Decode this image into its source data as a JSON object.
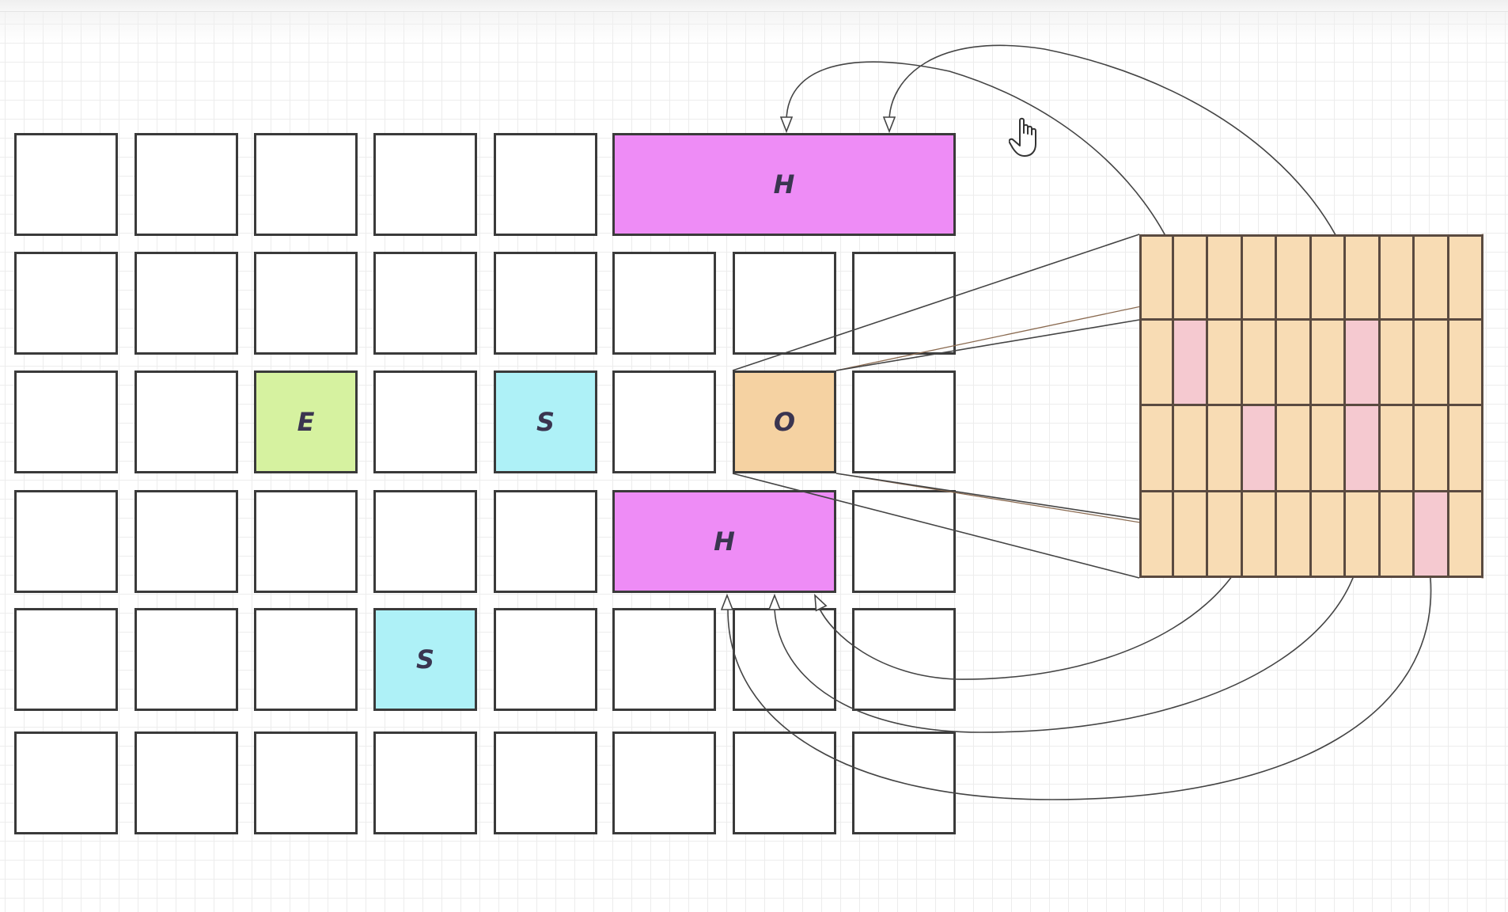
{
  "canvas": {
    "background": "#ffffff",
    "grid_color": "#ececec"
  },
  "colors": {
    "empty": "#ffffff",
    "E": "#d6f2a0",
    "S": "#aef1f7",
    "O": "#f5d2a2",
    "H": "#ee8cf6",
    "table_fill": "#f8dcb4",
    "table_highlight": "#f5c9d0",
    "stroke": "#3a3a3a"
  },
  "left_grid": {
    "rows": 6,
    "cols": 8,
    "labeled_blocks": [
      {
        "id": "h-top",
        "label": "H",
        "color_key": "H",
        "row": 0,
        "col": 5,
        "colspan": 3
      },
      {
        "id": "e",
        "label": "E",
        "color_key": "E",
        "row": 2,
        "col": 2,
        "colspan": 1
      },
      {
        "id": "s-mid",
        "label": "S",
        "color_key": "S",
        "row": 2,
        "col": 4,
        "colspan": 1
      },
      {
        "id": "o",
        "label": "O",
        "color_key": "O",
        "row": 2,
        "col": 6,
        "colspan": 1
      },
      {
        "id": "h-bottom",
        "label": "H",
        "color_key": "H",
        "row": 3,
        "col": 5,
        "colspan": 2
      },
      {
        "id": "s-low",
        "label": "S",
        "color_key": "S",
        "row": 4,
        "col": 3,
        "colspan": 1
      }
    ],
    "missing_cells": [
      [
        0,
        6
      ],
      [
        0,
        7
      ],
      [
        3,
        6
      ],
      [
        0,
        5
      ],
      [
        3,
        5
      ]
    ]
  },
  "right_table": {
    "rows": 4,
    "cols": 10,
    "highlighted_cells": [
      [
        1,
        1
      ],
      [
        1,
        6
      ],
      [
        2,
        3
      ],
      [
        2,
        6
      ],
      [
        3,
        8
      ]
    ]
  },
  "connections": [
    {
      "from": "table[0][1]",
      "to": "h-top",
      "direction": "up"
    },
    {
      "from": "table[0][6]",
      "to": "h-top",
      "direction": "up"
    },
    {
      "from": "table[3][3]",
      "to": "h-bottom",
      "direction": "down"
    },
    {
      "from": "table[3][6]",
      "to": "h-bottom",
      "direction": "down"
    },
    {
      "from": "table[3][8]",
      "to": "h-bottom",
      "direction": "down"
    }
  ],
  "zoom_projection": {
    "source": "o",
    "target": "right_table"
  },
  "cursor": {
    "icon": "hand-pointer-icon"
  }
}
